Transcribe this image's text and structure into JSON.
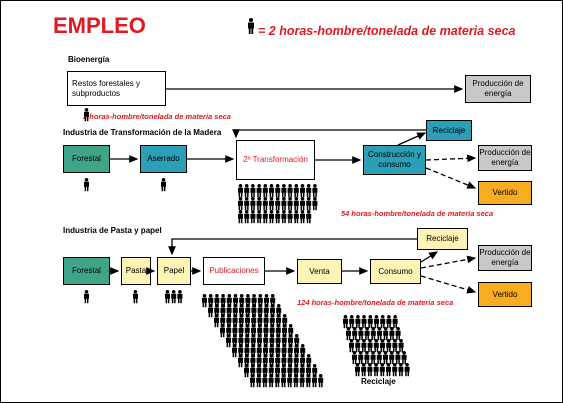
{
  "title": "EMPLEO",
  "legend": {
    "icon": "person-icon",
    "text": "= 2  horas-hombre/tonelada de materia seca"
  },
  "sections": {
    "bio": "Bioenergía",
    "wood": "Industria de Transformación de la Madera",
    "pulp": "Industria de Pasta y papel"
  },
  "boxes": {
    "restos": "Restos forestales y subproductos",
    "prod1": "Producción de energía",
    "forestal1": "Forestal",
    "aserrado": "Aserrado",
    "transf2": "2º Transformación",
    "construccion": "Construcción y consumo",
    "reciclaje1": "Reciclaje",
    "prod2": "Producción de energía",
    "vertido1": "Vertido",
    "forestal2": "Forestal",
    "pasta": "Pasta",
    "papel": "Papel",
    "publicaciones": "Publicaciones",
    "venta": "Venta",
    "consumo": "Consumo",
    "reciclaje2": "Reciclaje",
    "prod3": "Producción de energía",
    "vertido2": "Vertido"
  },
  "notes": {
    "bio": "2 horas-hombre/tonelada de materia seca",
    "wood": "54 horas-hombre/tonelada de materia seca",
    "pulp": "124 horas-hombre/tonelada de materia seca",
    "reciclaje": "Reciclaje"
  },
  "colors": {
    "red": "#e11922",
    "green": "#3fa58a",
    "blue": "#2a9fb6",
    "yellow": "#fdf3b4",
    "orange": "#f8ad21",
    "gray": "#c8c8c8",
    "white": "#ffffff"
  }
}
